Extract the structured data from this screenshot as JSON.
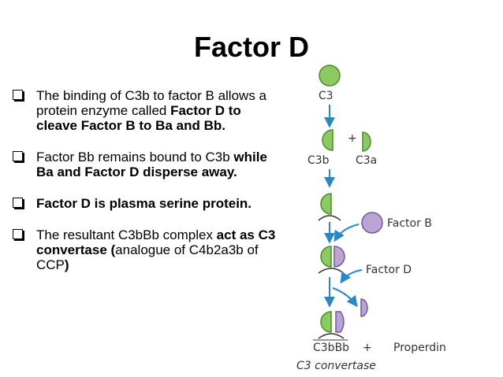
{
  "title": "Factor D",
  "bullets": [
    [
      {
        "t": "The binding of C3b to factor B allows a protein enzyme called ",
        "b": false
      },
      {
        "t": "Factor D to cleave Factor B to Ba and Bb.",
        "b": true
      }
    ],
    [
      {
        "t": "Factor Bb remains bound to C3b ",
        "b": false
      },
      {
        "t": "while Ba and Factor D disperse away.",
        "b": true
      }
    ],
    [
      {
        "t": "Factor D is plasma serine protein.",
        "b": true
      }
    ],
    [
      {
        "t": "The resultant C3bBb complex ",
        "b": false
      },
      {
        "t": "act as C3 convertase",
        "b": true
      },
      {
        "t": " (",
        "b": true
      },
      {
        "t": "analogue of C4b2a3b of CCP",
        "b": false
      },
      {
        "t": ")",
        "b": true
      }
    ]
  ],
  "diagram": {
    "c3": "C3",
    "c3b": "C3b",
    "plus": "+",
    "c3a": "C3a",
    "factor_b": "Factor B",
    "factor_d": "Factor D",
    "c3bbb": "C3bBb",
    "plus2": "+",
    "properdin": "Properdin",
    "c3_convertase": "C3 convertase"
  },
  "colors": {
    "green": "#8cc963",
    "green_stroke": "#4c8a2e",
    "purple": "#b9a4d4",
    "purple_stroke": "#6f5a99",
    "arrow": "#2b86c5",
    "text": "#333333"
  }
}
